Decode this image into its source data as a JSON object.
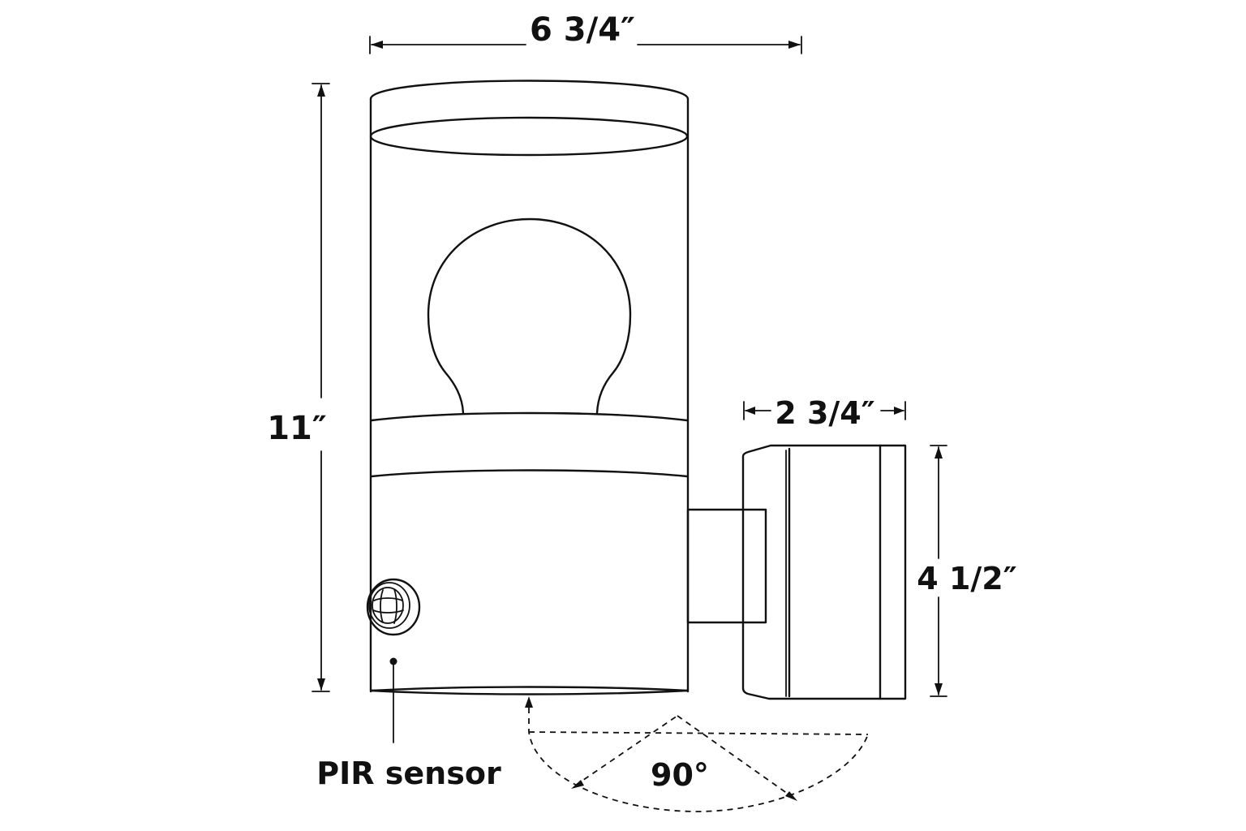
{
  "dimensions": {
    "width_label": "6 3/4″",
    "height_label": "11″",
    "mount_depth_label": "2 3/4″",
    "mount_height_label": "4 1/2″"
  },
  "callouts": {
    "sensor_label": "PIR sensor",
    "detection_angle_label": "90°"
  }
}
